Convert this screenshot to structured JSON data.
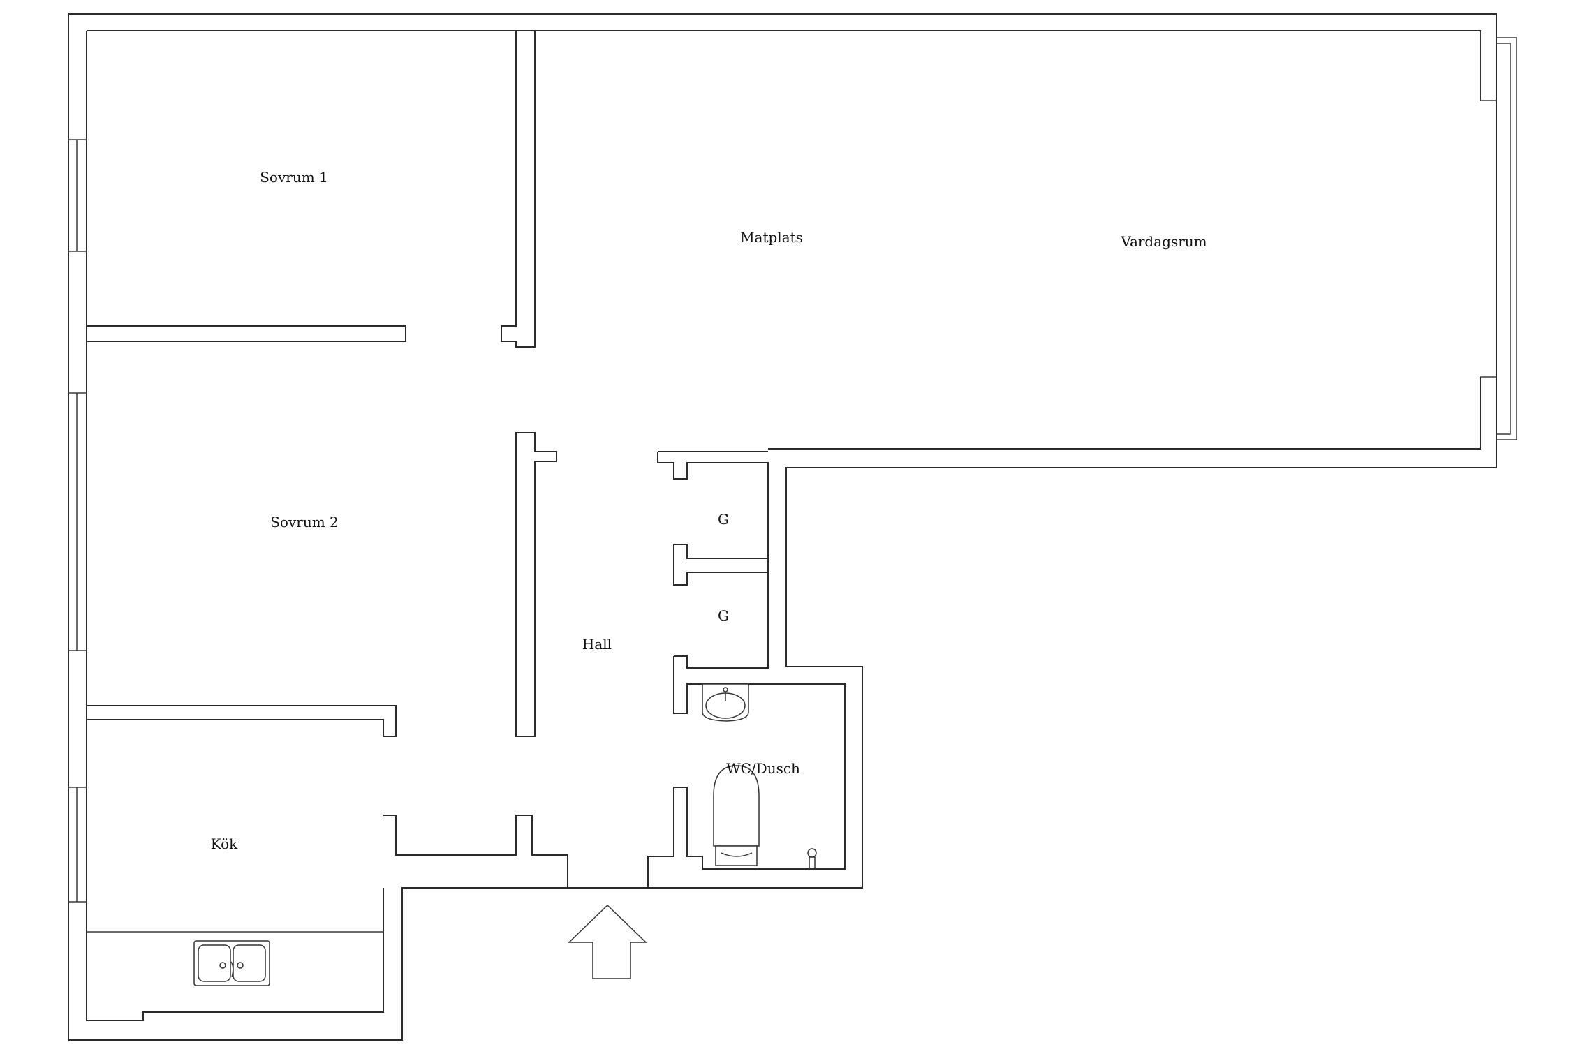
{
  "rooms": {
    "sovrum1": "Sovrum 1",
    "sovrum2": "Sovrum 2",
    "kok": "Kök",
    "hall": "Hall",
    "matplats": "Matplats",
    "vardagsrum": "Vardagsrum",
    "garderob1": "G",
    "garderob2": "G",
    "wc": "WC/Dusch"
  },
  "colors": {
    "line": "#2b2b2b",
    "background": "#ffffff"
  },
  "icons": {
    "entrance": "entrance-arrow-icon",
    "kitchen_sink": "kitchen-sink-icon",
    "washbasin": "washbasin-icon",
    "toilet": "toilet-icon",
    "floor_drain": "floor-drain-icon"
  }
}
